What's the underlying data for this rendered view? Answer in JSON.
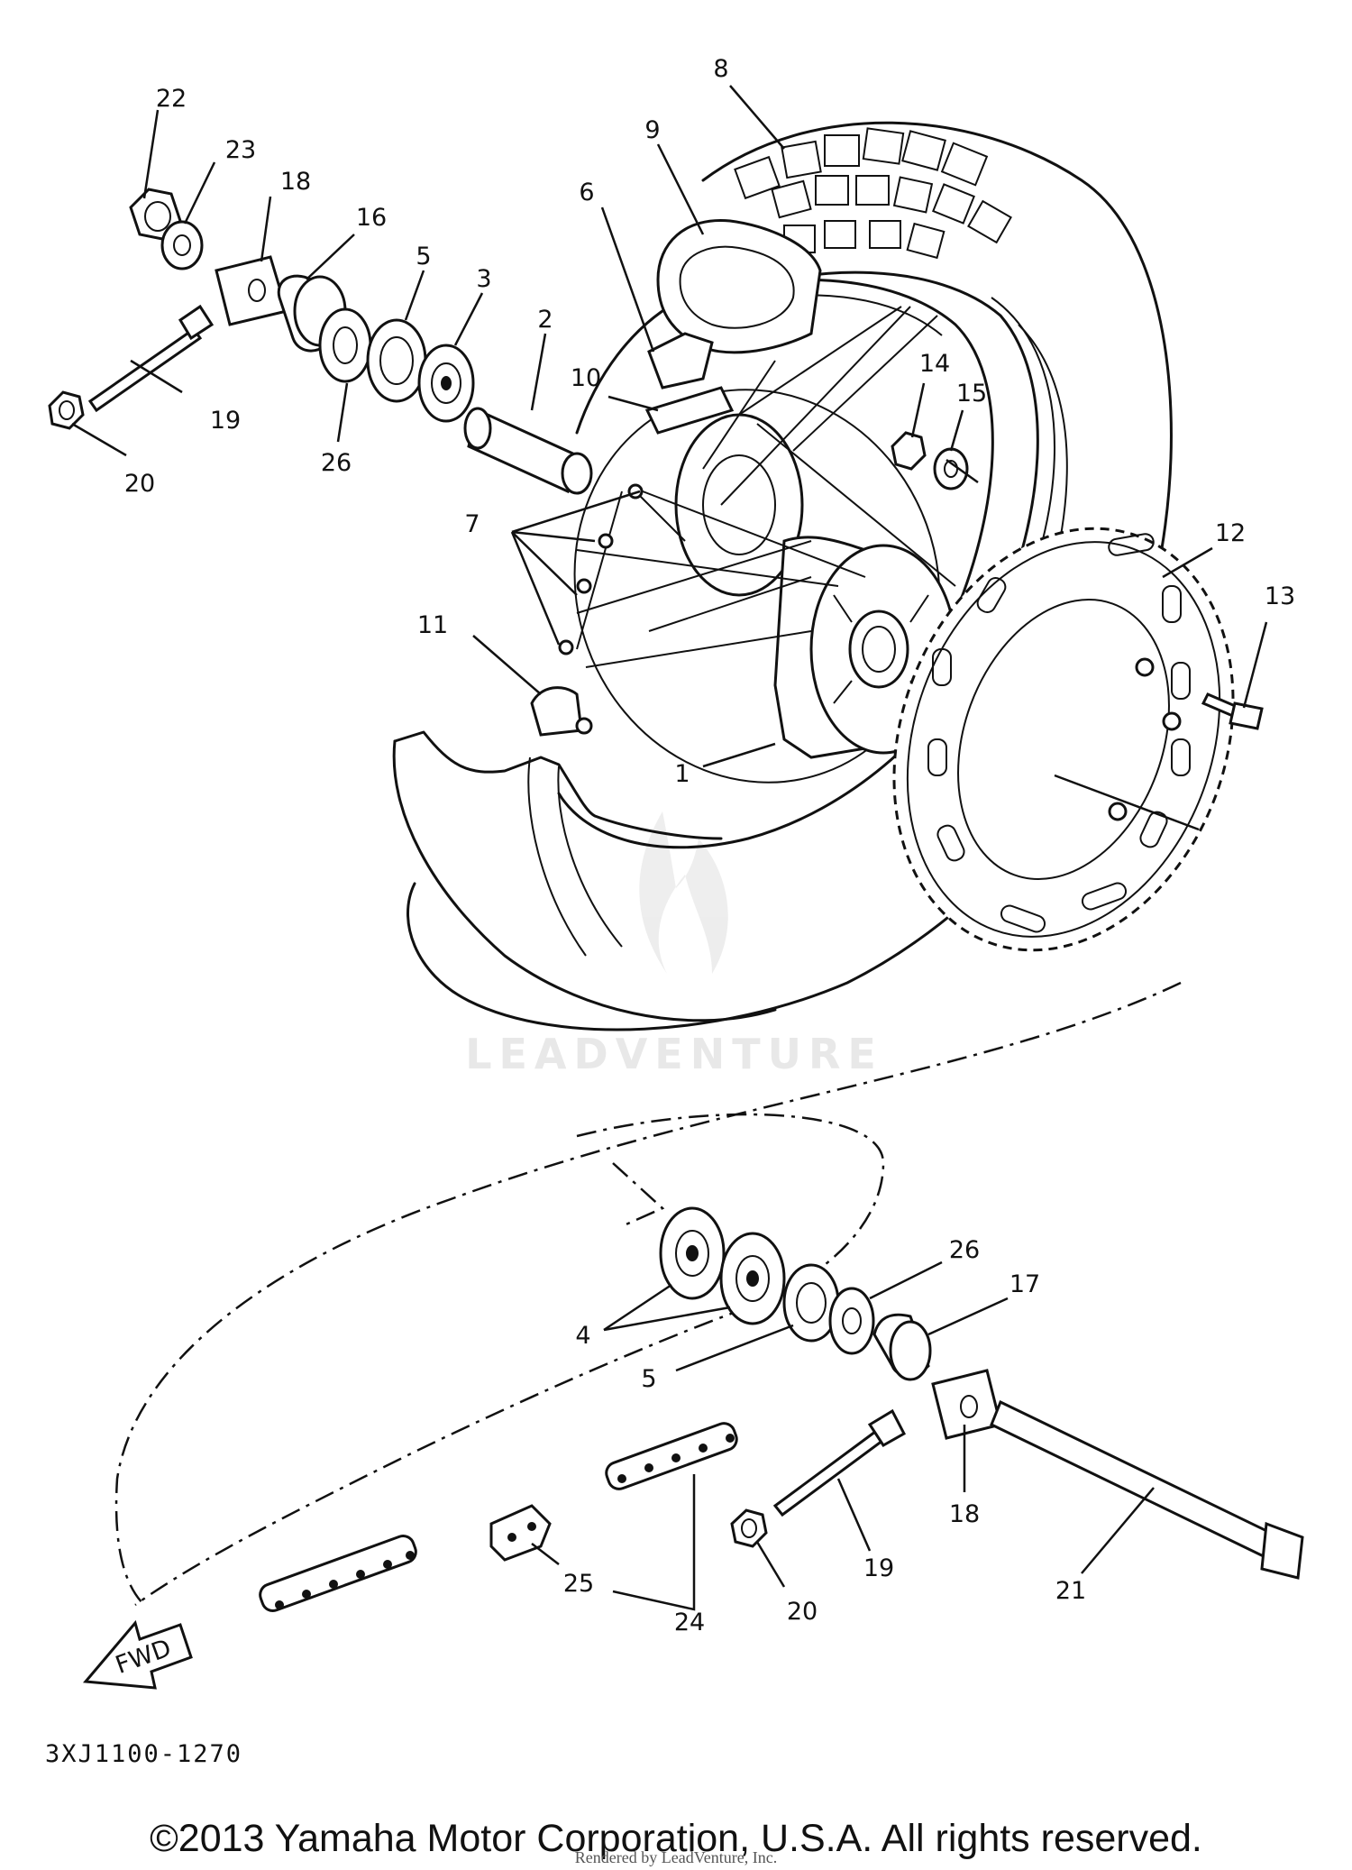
{
  "callouts": {
    "c1": "1",
    "c2": "2",
    "c3": "3",
    "c4": "4",
    "c5a": "5",
    "c5b": "5",
    "c6": "6",
    "c7": "7",
    "c8": "8",
    "c9": "9",
    "c10": "10",
    "c11": "11",
    "c12": "12",
    "c13": "13",
    "c14": "14",
    "c15": "15",
    "c16": "16",
    "c17": "17",
    "c18a": "18",
    "c18b": "18",
    "c19a": "19",
    "c19b": "19",
    "c20a": "20",
    "c20b": "20",
    "c21": "21",
    "c22": "22",
    "c23": "23",
    "c24": "24",
    "c25": "25",
    "c26a": "26",
    "c26b": "26"
  },
  "fwd_label": "FWD",
  "watermark": "LEADVENTURE",
  "diagram_code": "3XJ1100-1270",
  "copyright": "©2013 Yamaha Motor Corporation, U.S.A. All rights reserved.",
  "rendered_by": "Rendered by LeadVenture, Inc."
}
